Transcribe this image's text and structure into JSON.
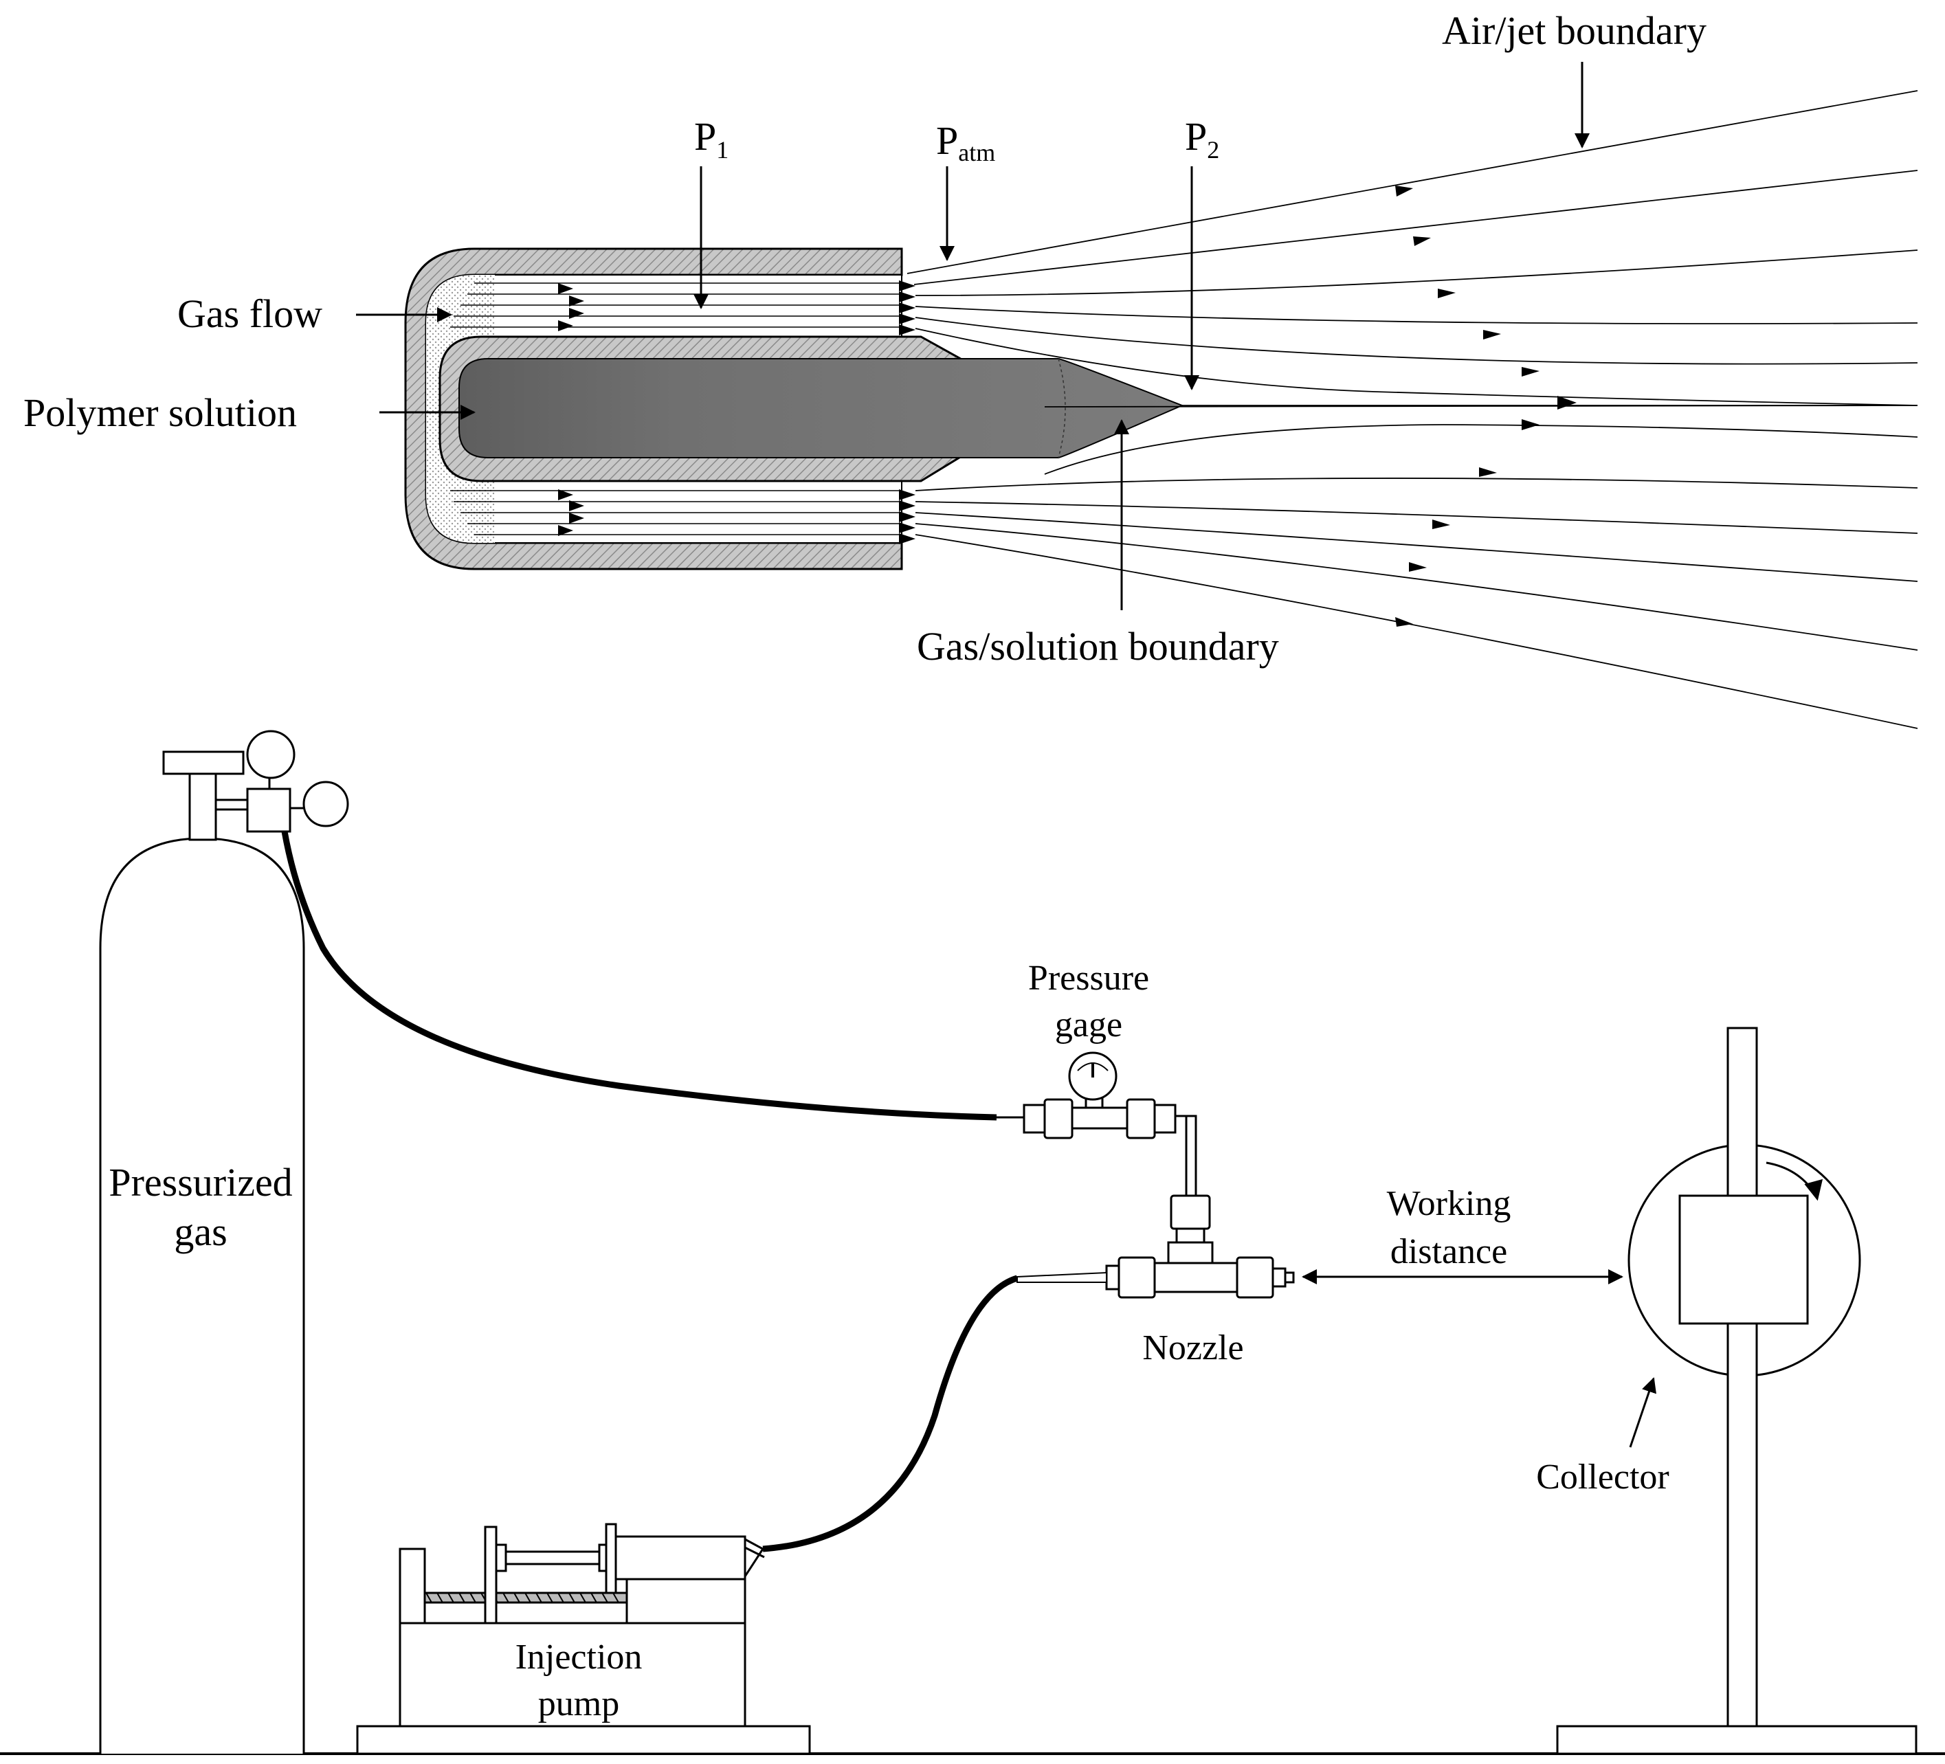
{
  "nozzle_labels": {
    "gas_flow": "Gas flow",
    "polymer_solution": "Polymer solution",
    "p1": "P",
    "p1_sub": "1",
    "patm": "P",
    "patm_sub": "atm",
    "p2": "P",
    "p2_sub": "2",
    "air_jet_boundary": "Air/jet boundary",
    "gas_solution_boundary": "Gas/solution boundary"
  },
  "apparatus_labels": {
    "pressurized_gas_line1": "Pressurized",
    "pressurized_gas_line2": "gas",
    "pressure_gage_line1": "Pressure",
    "pressure_gage_line2": "gage",
    "working_distance_line1": "Working",
    "working_distance_line2": "distance",
    "nozzle": "Nozzle",
    "collector": "Collector",
    "injection_pump_line1": "Injection",
    "injection_pump_line2": "pump"
  }
}
